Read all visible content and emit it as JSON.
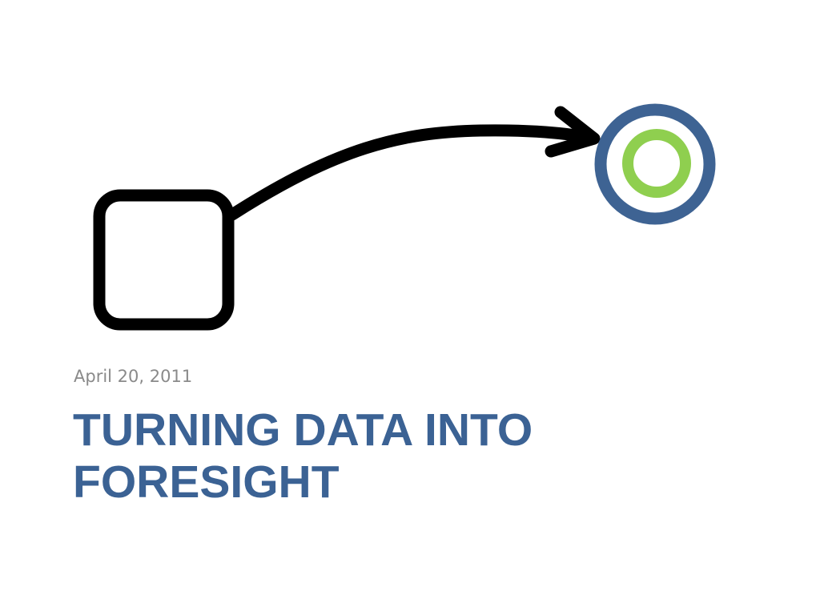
{
  "slide": {
    "date": "April 20, 2011",
    "title_lines": [
      "TURNING DATA INTO",
      "FORESIGHT"
    ]
  },
  "colors": {
    "title": "#3b6294",
    "date": "#8a8a8a",
    "outline": "#000000",
    "target_outer_ring": "#3e6393",
    "target_inner_ring": "#8fcf4f"
  },
  "icons": {
    "start": "rounded-square-icon",
    "path": "curved-arrow-icon",
    "end": "target-icon"
  }
}
